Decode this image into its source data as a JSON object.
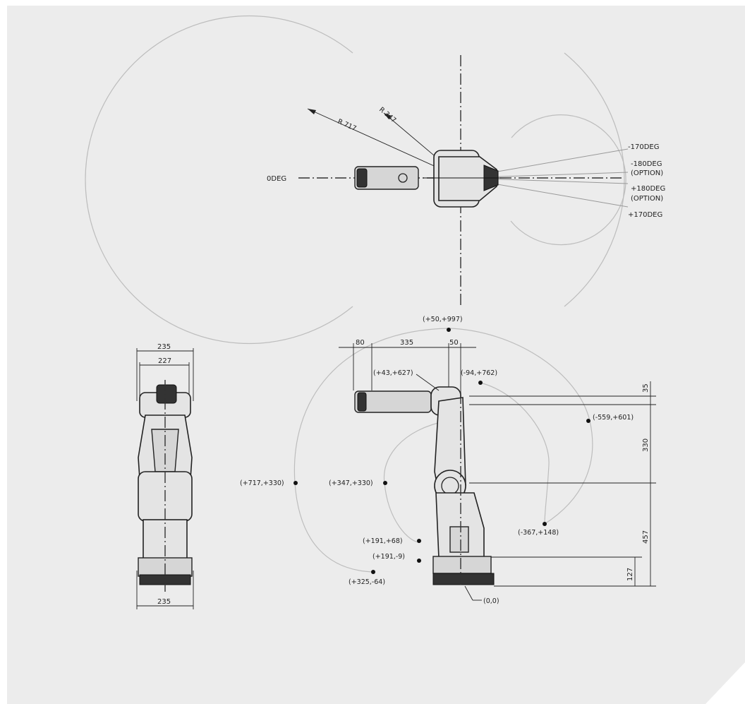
{
  "colors": {
    "background": "#ececec",
    "line": "#222222",
    "arc": "#bdbdbd",
    "centerline": "#333333"
  },
  "top_view": {
    "radius_outer": "R 717",
    "radius_inner": "R 347",
    "deg_zero": "0DEG",
    "deg_minus_170": "-170DEG",
    "deg_minus_180": "-180DEG",
    "deg_minus_180_note": "(OPTION)",
    "deg_plus_180": "+180DEG",
    "deg_plus_180_note": "(OPTION)",
    "deg_plus_170": "+170DEG"
  },
  "front_view": {
    "width_top_outer": "235",
    "width_top_inner": "227",
    "width_bottom": "235"
  },
  "side_view": {
    "dims": {
      "d80": "80",
      "d335": "335",
      "d50": "50",
      "d35": "35",
      "d330": "330",
      "d457": "457",
      "d127": "127"
    },
    "points": {
      "p_top": "(+50,+997)",
      "p_wrist": "(+43,+627)",
      "p_back_upper": "(-94,+762)",
      "p_back_far": "(-559,+601)",
      "p_front_far": "(+717,+330)",
      "p_front_mid": "(+347,+330)",
      "p_back_low": "(-367,+148)",
      "p_low1": "(+191,+68)",
      "p_low2": "(+191,-9)",
      "p_low3": "(+325,-64)",
      "p_origin": "(0,0)"
    }
  }
}
